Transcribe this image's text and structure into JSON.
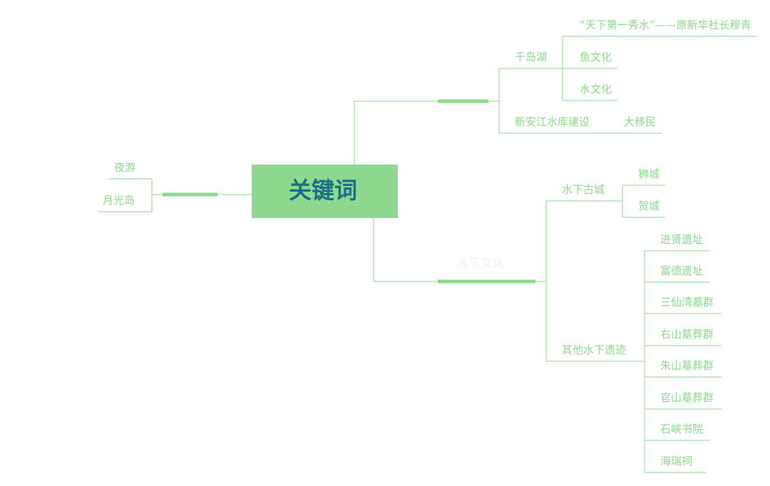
{
  "colors": {
    "accent": "#8ed98f",
    "root_text": "#1a6e86",
    "background": "#ffffff",
    "ghost": "#e7f7e8"
  },
  "root": {
    "label": "关键词"
  },
  "left": {
    "items": [
      "夜游",
      "月光岛"
    ]
  },
  "top": {
    "lake": "千岛湖",
    "lake_children": [
      "“天下第一秀水”——原新华社长穆青",
      "鱼文化",
      "水文化"
    ],
    "reservoir": "新安江水库建设",
    "reservoir_child": "大移民"
  },
  "bottom": {
    "label": "水下文化",
    "city": "水下古城",
    "city_children": [
      "狮城",
      "贺城"
    ],
    "relics": "其他水下遗迹",
    "relics_children": [
      "进贤遗址",
      "富德遗址",
      "三仙湾墓群",
      "右山墓葬群",
      "朱山墓葬群",
      "官山墓葬群",
      "石峡书院",
      "海瑞祠"
    ]
  }
}
